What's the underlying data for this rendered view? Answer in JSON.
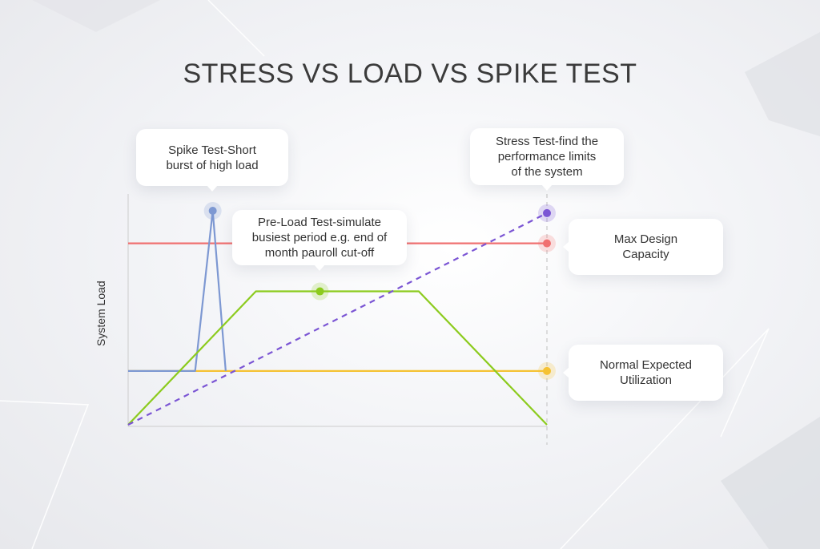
{
  "title": "STRESS VS LOAD VS SPIKE TEST",
  "callouts": {
    "spike": [
      "Spike Test-Short",
      "burst of high load"
    ],
    "preload": [
      "Pre-Load Test-simulate",
      "busiest period e.g. end of",
      "month pauroll cut-off"
    ],
    "stress": [
      "Stress Test-find the",
      "performance limits",
      "of the system"
    ],
    "max": [
      "Max Design",
      "Capacity"
    ],
    "normal": [
      "Normal Expected",
      "Utilization"
    ]
  },
  "colors": {
    "max": "#f07070",
    "normal": "#f5c233",
    "preload": "#8ccb1e",
    "spike": "#7d98d2",
    "stress": "#7b55d4",
    "axis": "#cccccc"
  },
  "chart_data": {
    "type": "line",
    "ylabel": "System Load",
    "xlim": [
      0,
      100
    ],
    "ylim": [
      0,
      100
    ],
    "grid": false,
    "series": [
      {
        "key": "max",
        "points": [
          [
            0,
            78.6
          ],
          [
            100,
            78.6
          ]
        ]
      },
      {
        "key": "normal",
        "points": [
          [
            0,
            23.3
          ],
          [
            100,
            23.3
          ]
        ]
      },
      {
        "key": "spike",
        "points": [
          [
            0,
            23.3
          ],
          [
            16,
            23.3
          ],
          [
            20.2,
            92.7
          ],
          [
            23.3,
            23.3
          ]
        ]
      },
      {
        "key": "preload",
        "points": [
          [
            0,
            0
          ],
          [
            30.5,
            57.8
          ],
          [
            69.4,
            57.8
          ],
          [
            100,
            0
          ]
        ]
      },
      {
        "key": "stress",
        "points": [
          [
            0,
            0
          ],
          [
            100,
            91.7
          ]
        ],
        "dashed": true
      }
    ],
    "markers": [
      {
        "key": "spike",
        "x": 20.2,
        "y": 92.7
      },
      {
        "key": "preload",
        "x": 45.8,
        "y": 57.8
      },
      {
        "key": "stress",
        "x": 100,
        "y": 91.7
      },
      {
        "key": "max",
        "x": 100,
        "y": 78.6
      },
      {
        "key": "normal",
        "x": 100,
        "y": 23.3
      }
    ]
  }
}
